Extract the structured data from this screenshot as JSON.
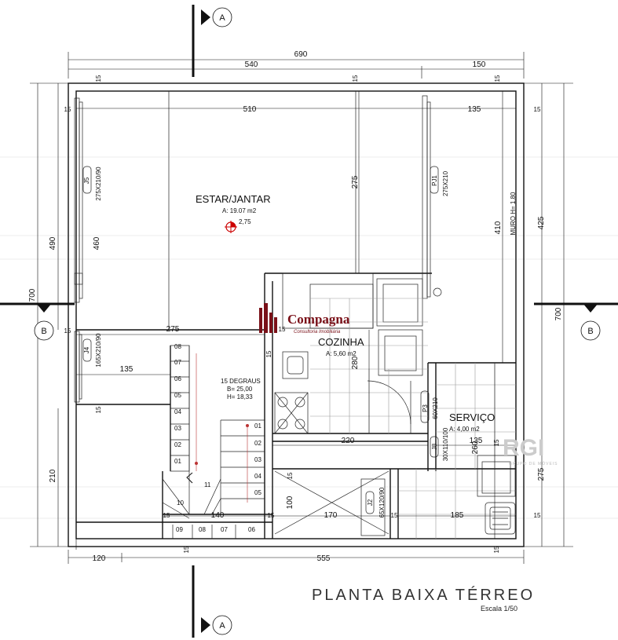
{
  "title": "PLANTA BAIXA TÉRREO",
  "scale": "Escala 1/50",
  "rooms": {
    "estar": {
      "name": "ESTAR/JANTAR",
      "area": "A: 19.07 m2",
      "level": "2,75"
    },
    "cozinha": {
      "name": "COZINHA",
      "area": "A: 5,60 m2"
    },
    "servico": {
      "name": "SERVIÇO",
      "area": "A: 4,00 m2"
    }
  },
  "stairs": {
    "label": "15 DEGRAUS",
    "b": "B= 25,00",
    "h": "H= 18,33",
    "steps_left": [
      "08",
      "07",
      "06",
      "05",
      "04",
      "03",
      "02",
      "01"
    ],
    "steps_right": [
      "01",
      "02",
      "03",
      "04",
      "05"
    ],
    "steps_bottom": [
      "10",
      "11",
      "09",
      "08",
      "07",
      "06"
    ]
  },
  "openings": {
    "j5": "J5",
    "j5_size": "275X210/90",
    "pj1": "PJ1",
    "pj1_size": "275X210",
    "j4": "J4",
    "j4_size": "165X210/90",
    "p3": "P3",
    "p3_size": "60X210",
    "j8": "J8",
    "j8_size": "30X110/100",
    "j2": "J2",
    "j2_size": "65X120/90",
    "muro": "MURO H= 1,80"
  },
  "dims": {
    "top_690": "690",
    "top_540": "540",
    "top_150": "150",
    "d510": "510",
    "d135a": "135",
    "d15a": "15",
    "d15b": "15",
    "d15c": "15",
    "d15d": "15",
    "d275v": "275",
    "d410": "410",
    "d425": "425",
    "d490": "490",
    "d460": "460",
    "d700l": "700",
    "d700r": "700",
    "d275h": "275",
    "d135b": "135",
    "d15e": "15",
    "d15f": "15",
    "d210": "210",
    "d220": "220",
    "d135c": "135",
    "d260": "260",
    "d275r": "275",
    "d280": "280",
    "d15g": "15",
    "d100": "100",
    "d170": "170",
    "d185": "185",
    "d140": "140",
    "d15h": "15",
    "d15i": "15",
    "d15j": "15",
    "d15k": "15",
    "d15l": "15",
    "d120": "120",
    "d555": "555",
    "d15m": "15",
    "d15n": "15",
    "d15o": "15",
    "d15p": "15",
    "d15q": "15"
  },
  "sections": {
    "a_top": "A",
    "a_bottom": "A",
    "b_left": "B",
    "b_right": "B"
  },
  "logo": {
    "name": "Compagna",
    "sub": "Consultoria Imobiliária"
  },
  "watermark": {
    "name": "RGI",
    "sub": "GRUPO DE MÓVEIS"
  }
}
